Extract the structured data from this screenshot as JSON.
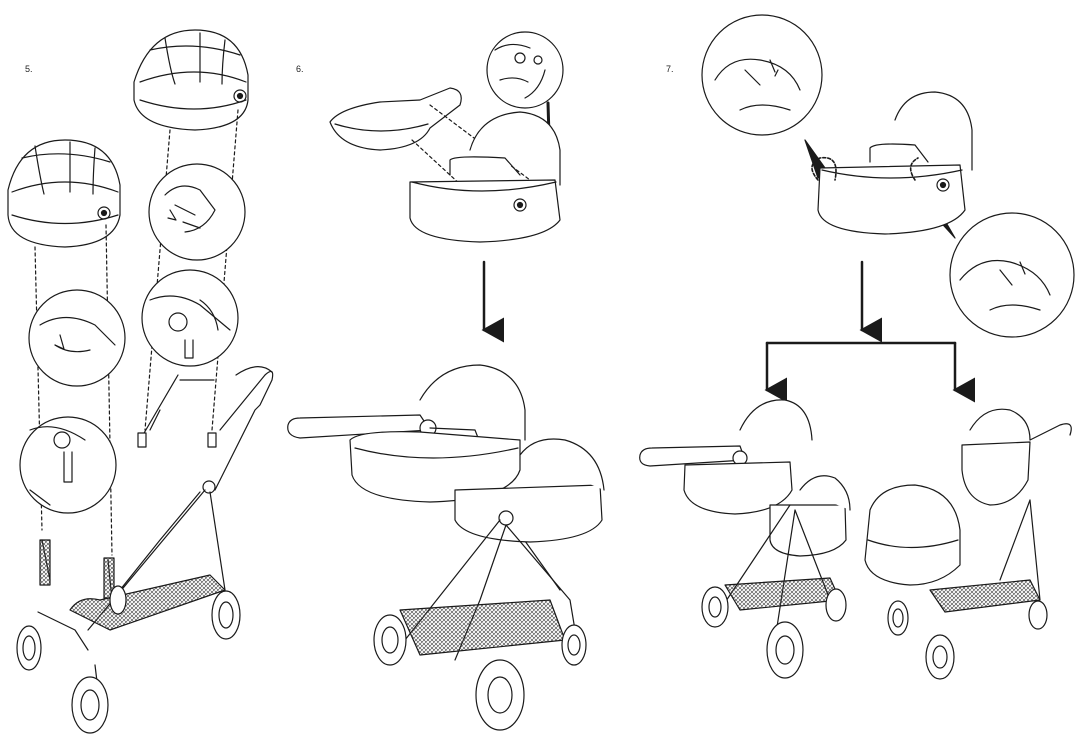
{
  "steps": [
    {
      "number": "5."
    },
    {
      "number": "6."
    },
    {
      "number": "7."
    }
  ],
  "colors": {
    "line": "#1a1a1a",
    "basket": "#3a3a3a",
    "paper": "#ffffff"
  }
}
